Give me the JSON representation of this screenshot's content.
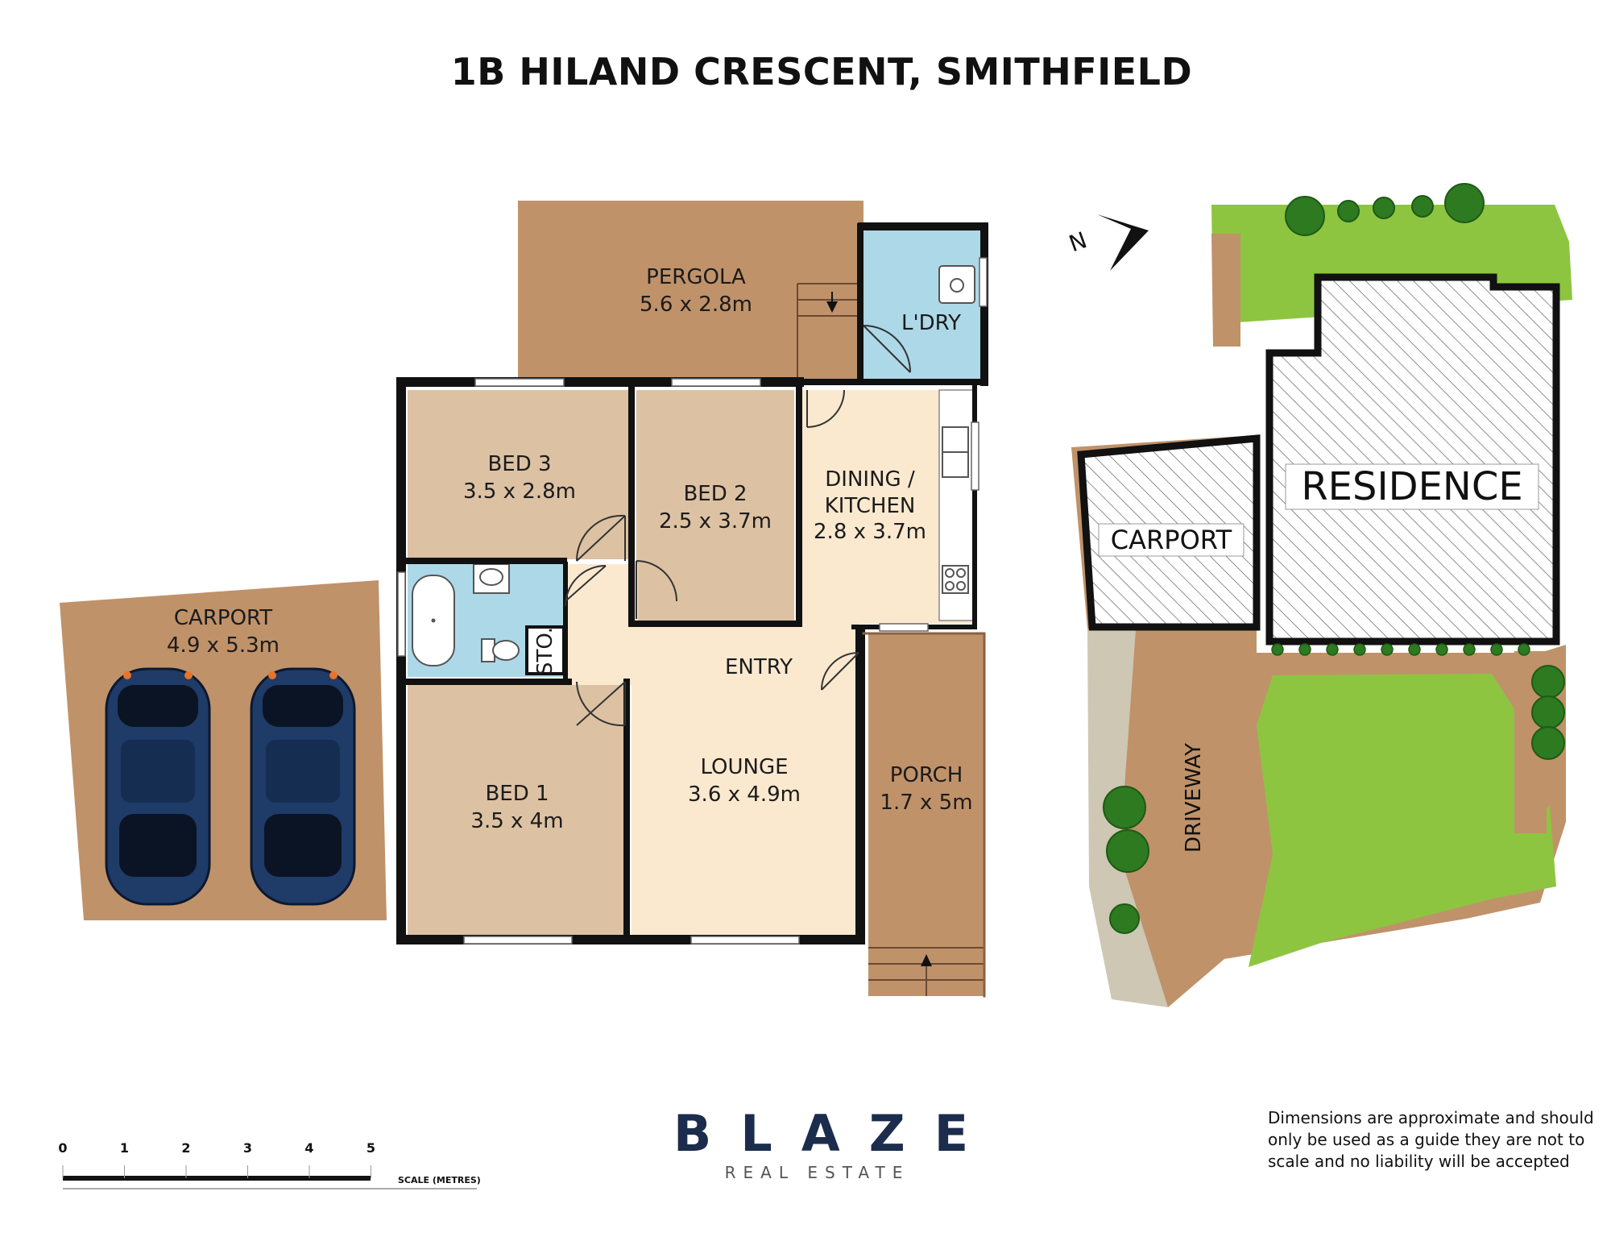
{
  "title": "1B HILAND CRESCENT, SMITHFIELD",
  "rooms": {
    "pergola": {
      "name": "PERGOLA",
      "size": "5.6 x 2.8m"
    },
    "laundry": {
      "name": "L'DRY"
    },
    "bed3": {
      "name": "BED 3",
      "size": "3.5 x 2.8m"
    },
    "bed2": {
      "name": "BED 2",
      "size": "2.5 x 3.7m"
    },
    "dining": {
      "name": "DINING /",
      "name2": "KITCHEN",
      "size": "2.8 x 3.7m"
    },
    "storage": {
      "name": "STO."
    },
    "entry": {
      "name": "ENTRY"
    },
    "bed1": {
      "name": "BED 1",
      "size": "3.5 x 4m"
    },
    "lounge": {
      "name": "LOUNGE",
      "size": "3.6 x 4.9m"
    },
    "porch": {
      "name": "PORCH",
      "size": "1.7 x 5m"
    },
    "carport": {
      "name": "CARPORT",
      "size": "4.9 x 5.3m"
    }
  },
  "site_plan": {
    "residence": "RESIDENCE",
    "carport": "CARPORT",
    "driveway": "DRIVEWAY",
    "north": "N"
  },
  "scale_bar": {
    "ticks": [
      "0",
      "1",
      "2",
      "3",
      "4",
      "5"
    ],
    "label": "SCALE (METRES)"
  },
  "brand": {
    "name": "BLAZE",
    "tagline": "REAL ESTATE"
  },
  "disclaimer": "Dimensions are approximate and should only be used as a guide they are not to scale and no liability will be accepted",
  "colors": {
    "wall": "#111111",
    "bedroom": "#dcc1a3",
    "living": "#fae9cf",
    "wet_area": "#add8e8",
    "outdoor": "#c0926a",
    "lawn": "#8dc540",
    "car": "#1f3b68",
    "brand": "#1c2c4c"
  }
}
